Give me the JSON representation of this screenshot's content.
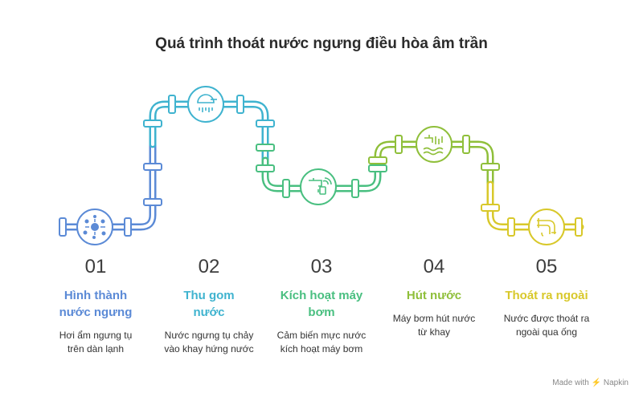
{
  "title": "Quá trình thoát nước ngưng điều hòa âm trần",
  "colors": {
    "step1": "#5b8ad6",
    "step2": "#3fb3cf",
    "step3": "#49bf80",
    "step4": "#8fbf3a",
    "step5": "#d8c82a"
  },
  "steps": [
    {
      "number": "01",
      "title_line1": "Hình thành",
      "title_line2": "nước ngưng",
      "desc_line1": "Hơi ẩm ngưng tụ",
      "desc_line2": "trên dàn lạnh",
      "icon": "splash-icon"
    },
    {
      "number": "02",
      "title_line1": "Thu gom",
      "title_line2": "nước",
      "desc_line1": "Nước ngưng tụ chảy",
      "desc_line2": "vào khay hứng nước",
      "icon": "shower-icon"
    },
    {
      "number": "03",
      "title_line1": "Kích hoạt máy",
      "title_line2": "bơm",
      "desc_line1": "Cảm biến mực nước",
      "desc_line2": "kích hoạt máy bơm",
      "icon": "faucet-sensor-icon"
    },
    {
      "number": "04",
      "title_line1": "Hút nước",
      "title_line2": "",
      "desc_line1": "Máy bơm hút nước",
      "desc_line2": "từ khay",
      "icon": "water-pump-icon"
    },
    {
      "number": "05",
      "title_line1": "Thoát ra ngoài",
      "title_line2": "",
      "desc_line1": "Nước được thoát ra",
      "desc_line2": "ngoài qua ống",
      "icon": "pipe-outlet-icon"
    }
  ],
  "footer": "Made with ⚡ Napkin"
}
